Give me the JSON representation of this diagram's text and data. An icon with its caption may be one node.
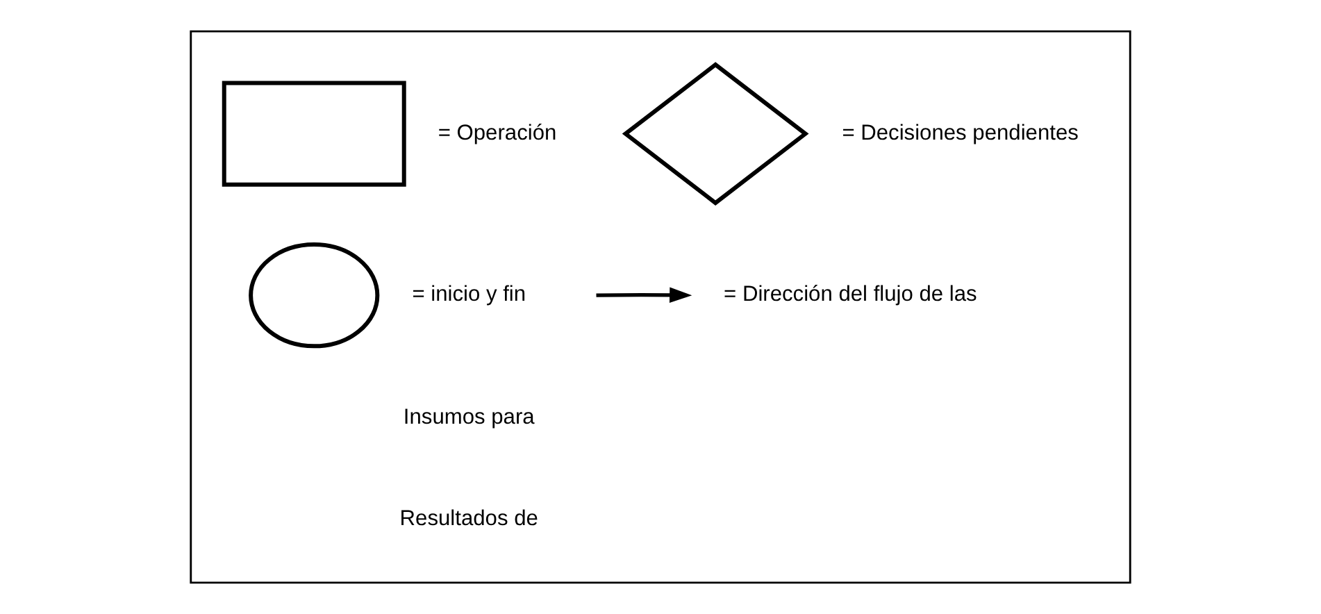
{
  "diagram": {
    "nodes": [
      {
        "text": [],
        "shape": "box"
      },
      {
        "text": [],
        "shape": "box",
        "beside": [
          "= Operación"
        ],
        "in": 0
      },
      {
        "text": [],
        "shape": "diamond",
        "beside": [
          "= Decisiones pendientes"
        ],
        "in": 0
      },
      {
        "text": [],
        "shape": "ellipse",
        "beside": [
          "= inicio y fin"
        ],
        "in": 0
      }
    ],
    "labels": [
      "Insumos para",
      "Resultados de"
    ],
    "legend": [
      {
        "text": "= Dirección del flujo de las"
      }
    ]
  }
}
